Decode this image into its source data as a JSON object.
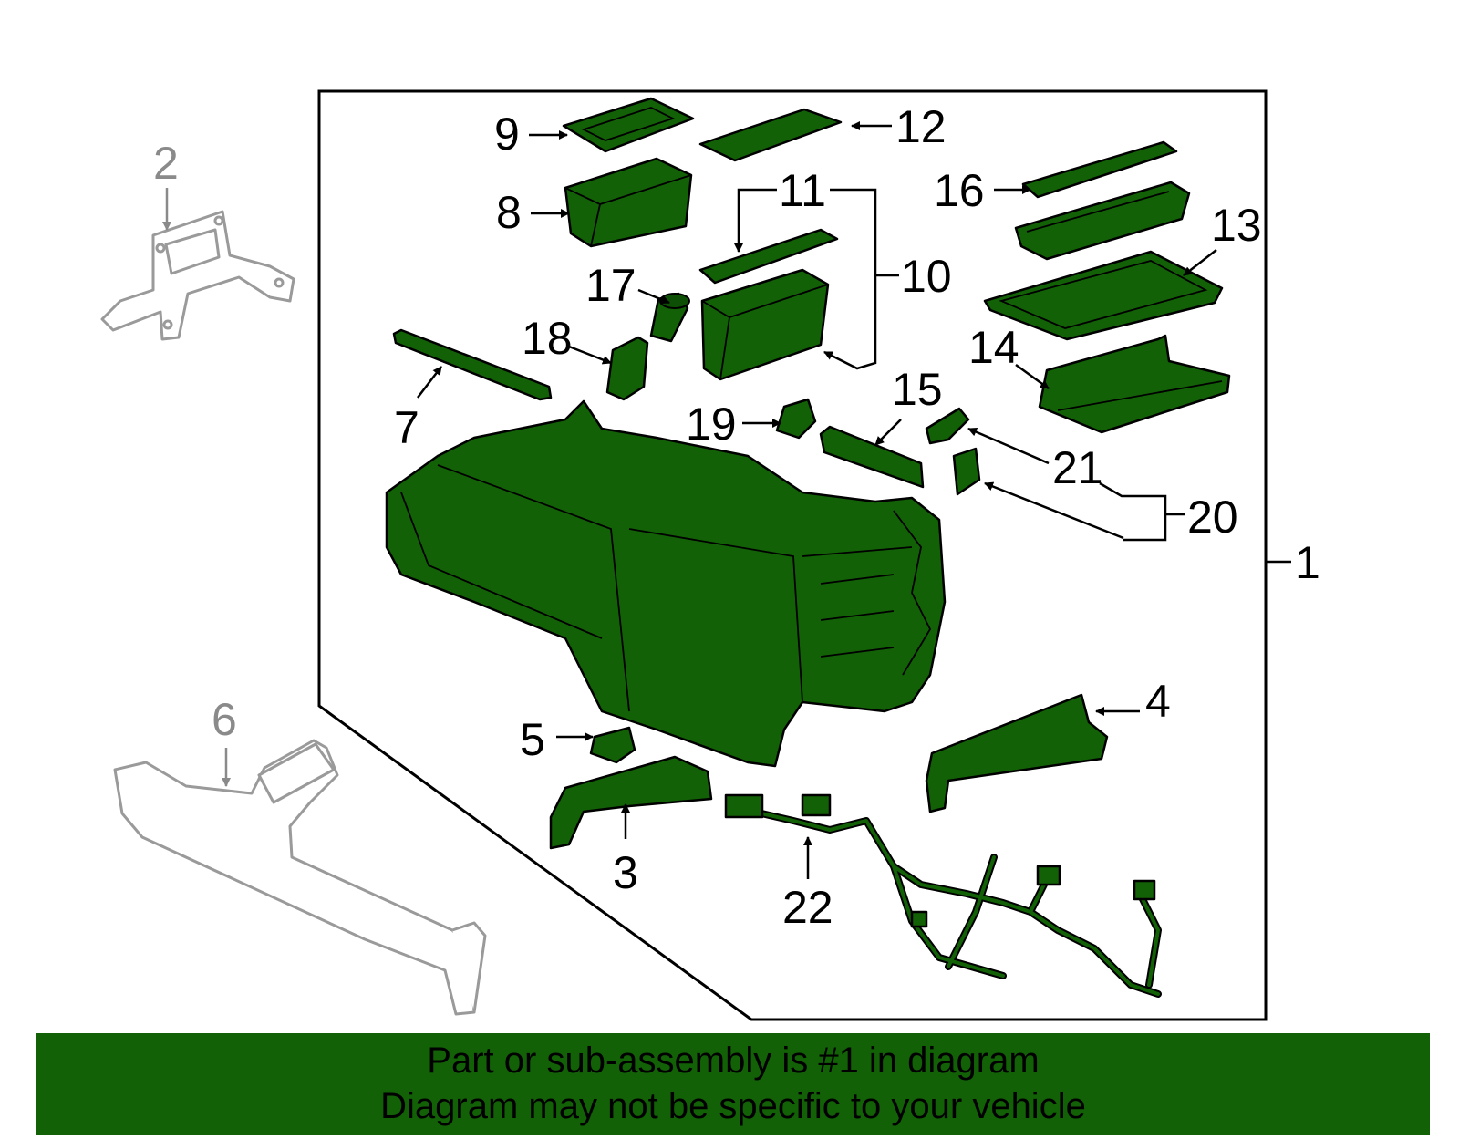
{
  "callouts": {
    "c1": "1",
    "c2": "2",
    "c3": "3",
    "c4": "4",
    "c5": "5",
    "c6": "6",
    "c7": "7",
    "c8": "8",
    "c9": "9",
    "c10": "10",
    "c11": "11",
    "c12": "12",
    "c13": "13",
    "c14": "14",
    "c15": "15",
    "c16": "16",
    "c17": "17",
    "c18": "18",
    "c19": "19",
    "c20": "20",
    "c21": "21",
    "c22": "22"
  },
  "banner": {
    "line1": "Part or sub-assembly is #1 in diagram",
    "line2": "Diagram may not be specific to your vehicle"
  },
  "colors": {
    "part_fill": "#126106",
    "ghost_stroke": "#9a9a9a",
    "banner_bg": "#126106"
  }
}
